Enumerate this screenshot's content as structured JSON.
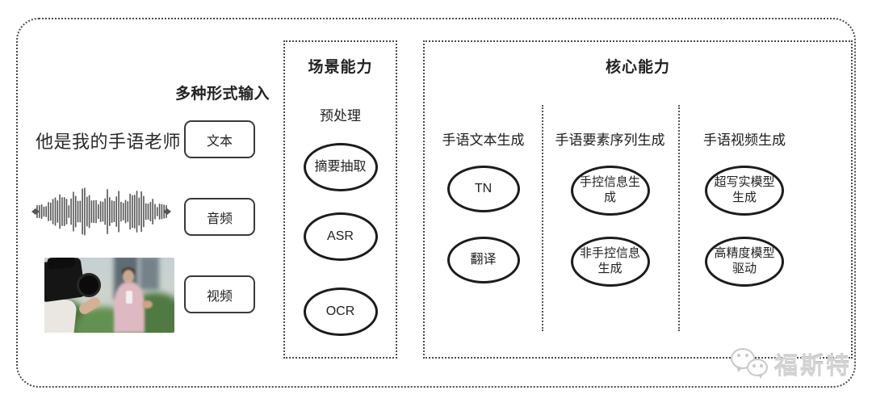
{
  "colors": {
    "box_border": "#3a3a3a",
    "dotted_border": "#4a4a4a",
    "ellipse_border": "#1c1c1c",
    "text": "#222222",
    "watermark_gray": "#d3d3d3"
  },
  "input_section": {
    "heading": "多种形式输入",
    "sample_text": "他是我的手语老师",
    "items": [
      {
        "label": "文本"
      },
      {
        "label": "音频"
      },
      {
        "label": "视频"
      }
    ]
  },
  "scene_section": {
    "title": "场景能力",
    "subtitle": "预处理",
    "nodes": [
      "摘要抽取",
      "ASR",
      "OCR"
    ]
  },
  "core_section": {
    "title": "核心能力",
    "columns": [
      {
        "header": "手语文本生成",
        "nodes": [
          "TN",
          "翻译"
        ]
      },
      {
        "header": "手语要素序列生成",
        "nodes": [
          "手控信息生成",
          "非手控信息生成"
        ]
      },
      {
        "header": "手语视频生成",
        "nodes": [
          "超写实模型生成",
          "高精度模型驱动"
        ]
      }
    ]
  },
  "watermark": {
    "text": "福斯特"
  }
}
